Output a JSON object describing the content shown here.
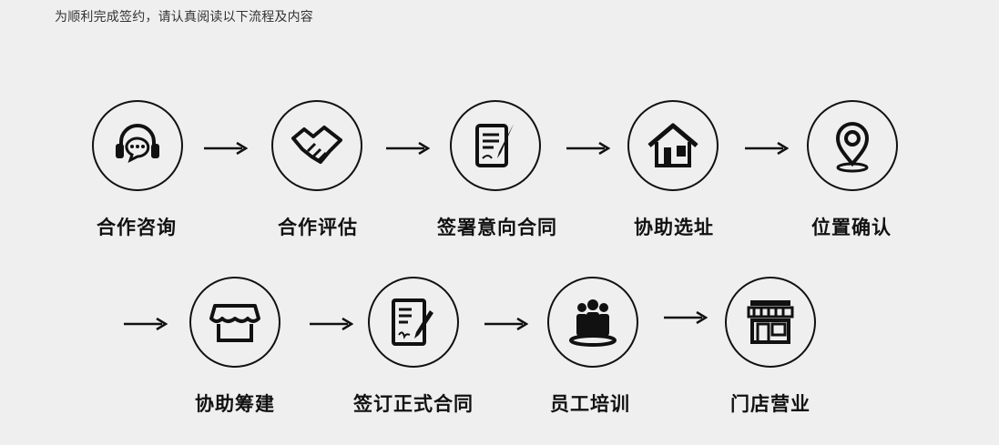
{
  "intro": "为顺利完成签约，请认真阅读以下流程及内容",
  "steps": [
    {
      "label": "合作咨询",
      "icon": "headset-chat-icon"
    },
    {
      "label": "合作评估",
      "icon": "handshake-icon"
    },
    {
      "label": "签署意向合同",
      "icon": "sign-document-icon"
    },
    {
      "label": "协助选址",
      "icon": "house-icon"
    },
    {
      "label": "位置确认",
      "icon": "location-pin-icon"
    },
    {
      "label": "协助筹建",
      "icon": "shop-awning-icon"
    },
    {
      "label": "签订正式合同",
      "icon": "contract-pen-icon"
    },
    {
      "label": "员工培训",
      "icon": "team-people-icon"
    },
    {
      "label": "门店营业",
      "icon": "storefront-icon"
    }
  ]
}
